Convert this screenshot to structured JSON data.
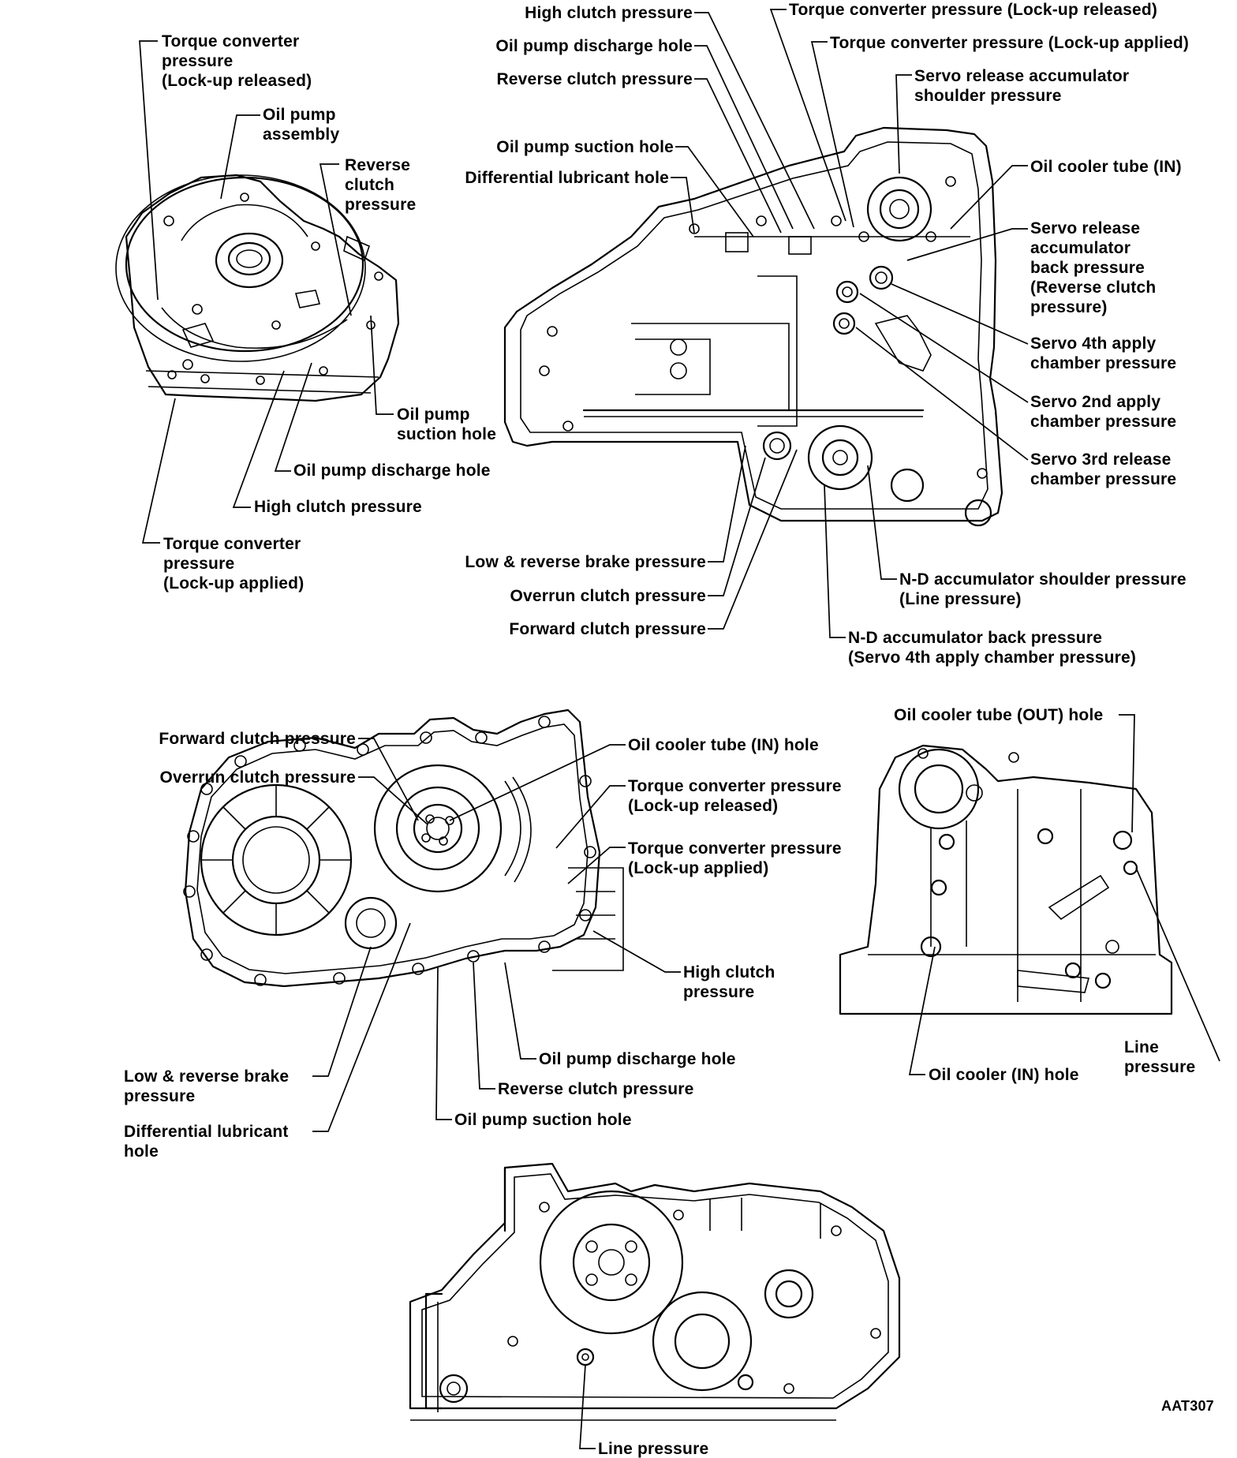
{
  "diagram": {
    "figure_code": "AAT307",
    "oil_pump_view": {
      "tc_released": "Torque converter\npressure\n(Lock-up released)",
      "pump_assembly": "Oil pump\nassembly",
      "reverse_clutch": "Reverse\nclutch\npressure",
      "suction_hole": "Oil pump\nsuction hole",
      "discharge_hole": "Oil pump discharge hole",
      "high_clutch": "High clutch pressure",
      "tc_applied": "Torque converter\npressure\n(Lock-up applied)"
    },
    "case_view": {
      "high_clutch": "High clutch pressure",
      "discharge_hole": "Oil pump discharge hole",
      "reverse_clutch": "Reverse clutch pressure",
      "suction_hole": "Oil pump suction hole",
      "diff_lube": "Differential lubricant hole",
      "tc_released": "Torque converter pressure (Lock-up released)",
      "tc_applied": "Torque converter pressure (Lock-up applied)",
      "servo_release_shoulder": "Servo release accumulator\nshoulder pressure",
      "oil_cooler_in": "Oil cooler tube (IN)",
      "servo_release_back": "Servo release\naccumulator\nback pressure\n(Reverse clutch\npressure)",
      "servo_4th": "Servo 4th apply\nchamber pressure",
      "servo_2nd": "Servo 2nd apply\nchamber pressure",
      "servo_3rd": "Servo 3rd release\nchamber pressure",
      "low_reverse": "Low & reverse brake pressure",
      "overrun": "Overrun clutch pressure",
      "forward": "Forward clutch pressure",
      "nd_shoulder": "N-D accumulator shoulder pressure\n(Line pressure)",
      "nd_back": "N-D accumulator back pressure\n(Servo 4th apply chamber pressure)"
    },
    "converter_housing_view": {
      "forward": "Forward clutch pressure",
      "overrun": "Overrun clutch pressure",
      "cooler_in_hole": "Oil cooler tube (IN) hole",
      "tc_released": "Torque converter pressure\n(Lock-up released)",
      "tc_applied": "Torque converter pressure\n(Lock-up applied)",
      "high_clutch": "High clutch\npressure",
      "discharge_hole": "Oil pump discharge hole",
      "reverse_clutch": "Reverse clutch pressure",
      "suction_hole": "Oil pump suction hole",
      "low_reverse": "Low & reverse brake\npressure",
      "diff_lube": "Differential lubricant\nhole"
    },
    "side_view": {
      "cooler_out_hole": "Oil cooler tube (OUT) hole",
      "cooler_in_hole": "Oil cooler (IN) hole",
      "line_pressure": "Line\npressure"
    },
    "bottom_view": {
      "line_pressure": "Line pressure"
    }
  }
}
